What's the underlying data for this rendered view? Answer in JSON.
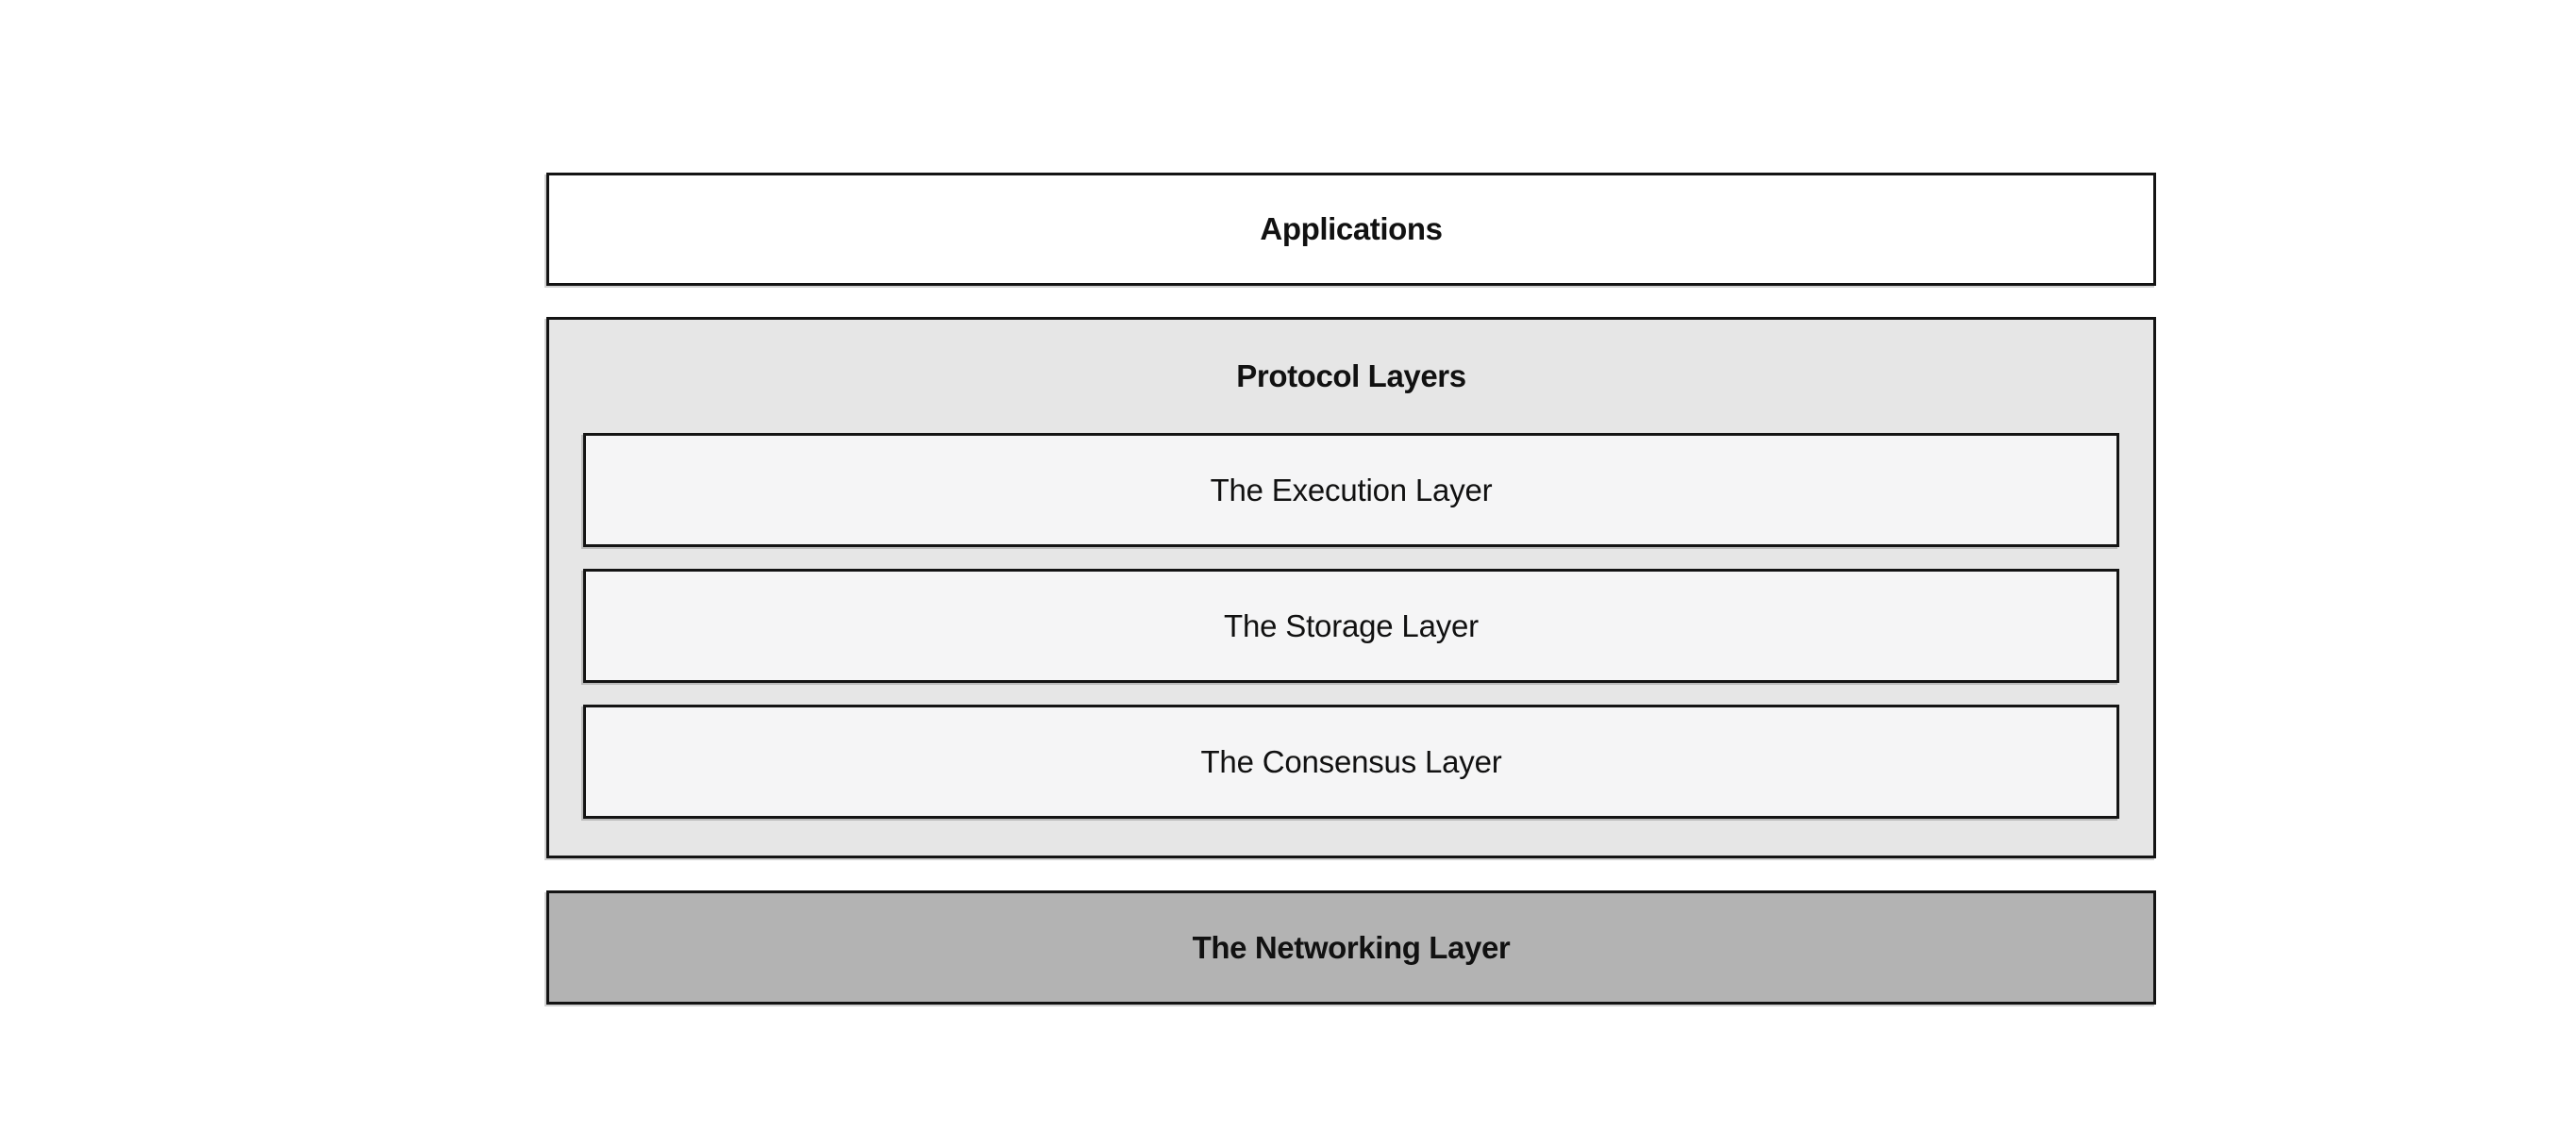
{
  "diagram": {
    "applications": {
      "label": "Applications"
    },
    "protocol": {
      "title": "Protocol Layers",
      "layers": [
        {
          "label": "The Execution Layer"
        },
        {
          "label": "The Storage Layer"
        },
        {
          "label": "The Consensus Layer"
        }
      ]
    },
    "networking": {
      "label": "The Networking Layer"
    },
    "colors": {
      "page_background": "#ffffff",
      "applications_bg": "#ffffff",
      "protocol_bg": "#e6e6e6",
      "inner_layer_bg": "#f5f5f6",
      "networking_bg": "#b3b3b3",
      "border": "#141414",
      "text": "#111111"
    }
  }
}
